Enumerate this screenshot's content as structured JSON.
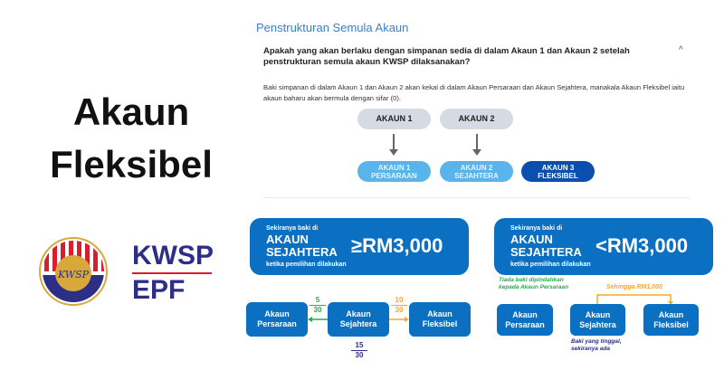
{
  "headline": {
    "line1": "Akaun",
    "line2": "Fleksibel"
  },
  "logo": {
    "emblem_text": "KWSP",
    "name1": "KWSP",
    "name2": "EPF"
  },
  "faq": {
    "section_title": "Penstrukturan Semula Akaun",
    "question": "Apakah yang akan berlaku dengan simpanan sedia di dalam Akaun 1 dan Akaun 2 setelah penstrukturan semula akaun KWSP dilaksanakan?",
    "answer": "Baki simpanan di dalam Akaun 1 dan Akaun 2 akan kekal di dalam Akaun Persaraan dan Akaun Sejahtera, manakala Akaun Fleksibel iaitu akaun baharu akan bermula dengan sifar (0).",
    "old_accounts": [
      "AKAUN 1",
      "AKAUN 2"
    ],
    "new_accounts": [
      {
        "l1": "AKAUN 1",
        "l2": "PERSARAAN"
      },
      {
        "l1": "AKAUN 2",
        "l2": "SEJAHTERA"
      },
      {
        "l1": "AKAUN 3",
        "l2": "FLEKSIBEL"
      }
    ]
  },
  "scenario_left": {
    "intro": "Sekiranya baki di",
    "account_l1": "AKAUN",
    "account_l2": "SEJAHTERA",
    "condition": "ketika pemilihan dilakukan",
    "value": "≥RM3,000",
    "accounts": [
      {
        "l1": "Akaun",
        "l2": "Persaraan"
      },
      {
        "l1": "Akaun",
        "l2": "Sejahtera"
      },
      {
        "l1": "Akaun",
        "l2": "Fleksibel"
      }
    ],
    "frac_persaraan": {
      "num": "5",
      "den": "30"
    },
    "frac_fleksibel": {
      "num": "10",
      "den": "30"
    },
    "frac_sejahtera": {
      "num": "15",
      "den": "30"
    }
  },
  "scenario_right": {
    "intro": "Sekiranya baki di",
    "account_l1": "AKAUN",
    "account_l2": "SEJAHTERA",
    "condition": "ketika pemilihan dilakukan",
    "value": "<RM3,000",
    "accounts": [
      {
        "l1": "Akaun",
        "l2": "Persaraan"
      },
      {
        "l1": "Akaun",
        "l2": "Sejahtera"
      },
      {
        "l1": "Akaun",
        "l2": "Fleksibel"
      }
    ],
    "note_persaraan": "Tiada baki dipindahkan kepada Akaun Persaraan",
    "transfer_label": "Sehingga RM1,000",
    "note_sejahtera": "Baki yang tinggal, sekiranya ada"
  },
  "colors": {
    "blue": "#0b6fc2",
    "green": "#22b04b",
    "orange": "#f7a823",
    "navy": "#2d2f86"
  }
}
